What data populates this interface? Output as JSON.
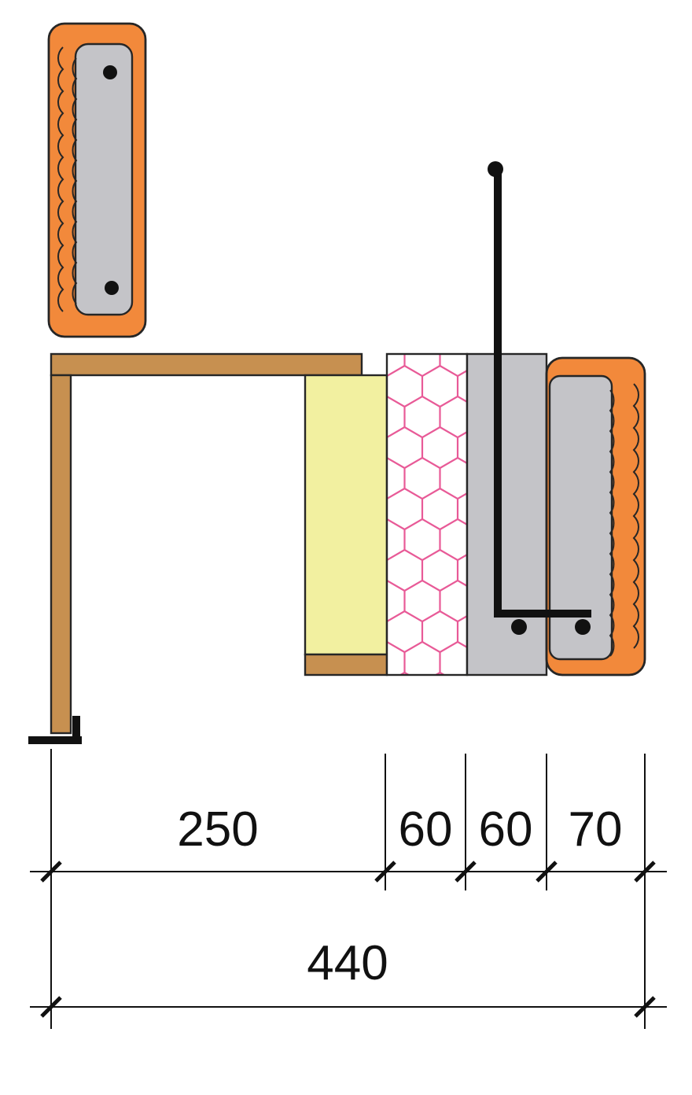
{
  "dimensions": {
    "segments": [
      "250",
      "60",
      "60",
      "70"
    ],
    "total": "440"
  },
  "colors": {
    "brick_orange": "#F2893B",
    "concrete_gray": "#C4C4C8",
    "wood_tan": "#C79050",
    "insulation_yellow": "#F2F0A0",
    "honeycomb_pink": "#E85A97",
    "steel_black": "#111111",
    "outline_dark": "#262626",
    "white": "#FFFFFF"
  }
}
